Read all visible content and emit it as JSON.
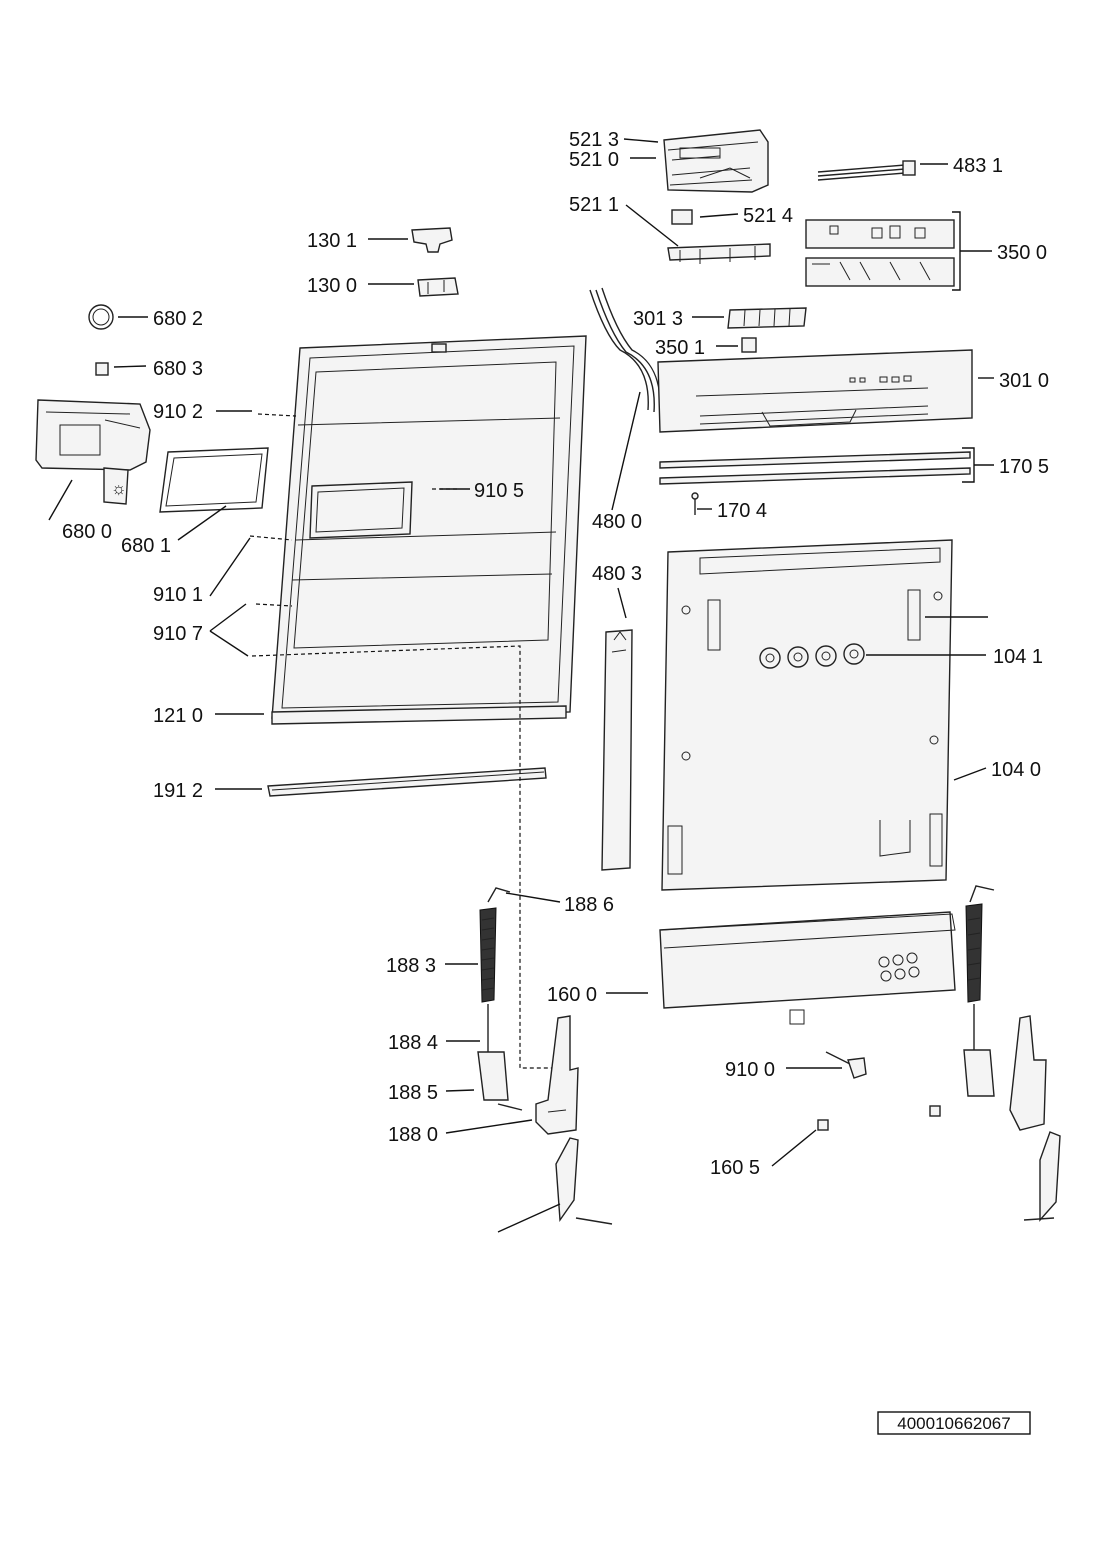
{
  "labels": {
    "l5213": "521 3",
    "l5210": "521 0",
    "l5211": "521 1",
    "l5214": "521 4",
    "l4831": "483 1",
    "l3500": "350 0",
    "l1301": "130 1",
    "l1300": "130 0",
    "l6802": "680 2",
    "l6803": "680 3",
    "l3013": "301 3",
    "l3501": "350 1",
    "l3010": "301 0",
    "l9102": "910 2",
    "l9105": "910 5",
    "l1705": "170 5",
    "l1704": "170 4",
    "l6800": "680 0",
    "l6801": "680 1",
    "l4800": "480 0",
    "l4803": "480 3",
    "l9101": "910 1",
    "l9107": "910 7",
    "l1041": "104 1",
    "l1210": "121 0",
    "l1040": "104 0",
    "l1912": "191 2",
    "l1886": "188 6",
    "l1883": "188 3",
    "l1600": "160 0",
    "l1884": "188 4",
    "l9100": "910 0",
    "l1885": "188 5",
    "l1880": "188 0",
    "l1605": "160 5"
  },
  "reference_number": "400010662067"
}
